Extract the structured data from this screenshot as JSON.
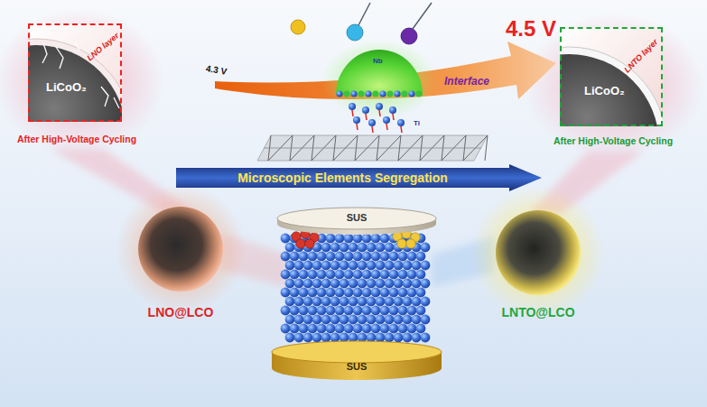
{
  "diagram": {
    "nodes": [
      {
        "text": [
          "LiCoO₂",
          "LNO layer",
          "After High-Voltage Cycling"
        ]
      },
      {
        "text": [
          "LiCoO₂",
          "LNTO layer",
          "After High-Voltage Cycling"
        ]
      },
      {
        "text": [
          "Microscopic Elements Segregation"
        ]
      },
      {
        "text": [
          "LNO@LCO"
        ]
      },
      {
        "text": [
          "SUS"
        ]
      },
      {
        "text": [
          "LNTO@LCO"
        ]
      },
      {
        "text": [
          "SUS"
        ]
      }
    ],
    "labels": [
      "4.3 V",
      "Nb",
      "Interface",
      "4.5 V",
      "Ti"
    ]
  }
}
